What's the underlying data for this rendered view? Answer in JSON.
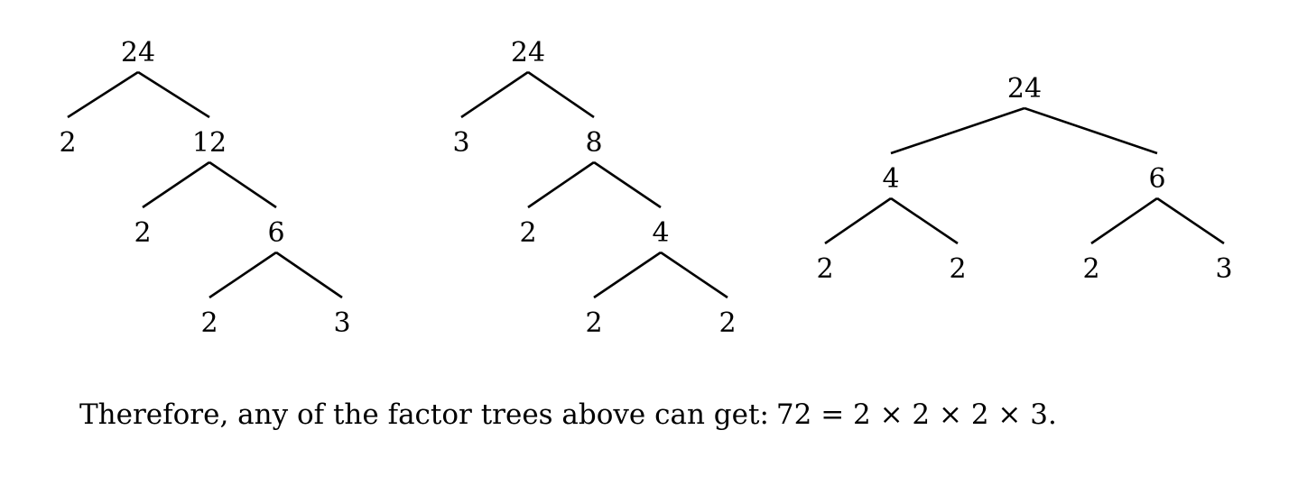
{
  "trees": [
    {
      "name": "factor-tree-1",
      "root": "24",
      "edges": [
        [
          "24",
          "2a"
        ],
        [
          "24",
          "12"
        ],
        [
          "12",
          "2b"
        ],
        [
          "12",
          "6"
        ],
        [
          "6",
          "2c"
        ],
        [
          "6",
          "3"
        ]
      ],
      "labels": {
        "24": "24",
        "2a": "2",
        "12": "12",
        "2b": "2",
        "6": "6",
        "2c": "2",
        "3": "3"
      }
    },
    {
      "name": "factor-tree-2",
      "root": "24",
      "edges": [
        [
          "24",
          "3"
        ],
        [
          "24",
          "8"
        ],
        [
          "8",
          "2a"
        ],
        [
          "8",
          "4"
        ],
        [
          "4",
          "2b"
        ],
        [
          "4",
          "2c"
        ]
      ],
      "labels": {
        "24": "24",
        "3": "3",
        "8": "8",
        "2a": "2",
        "4": "4",
        "2b": "2",
        "2c": "2"
      }
    },
    {
      "name": "factor-tree-3",
      "root": "24",
      "edges": [
        [
          "24",
          "4"
        ],
        [
          "24",
          "6"
        ],
        [
          "4",
          "2a"
        ],
        [
          "4",
          "2b"
        ],
        [
          "6",
          "2c"
        ],
        [
          "6",
          "3"
        ]
      ],
      "labels": {
        "24": "24",
        "4": "4",
        "6": "6",
        "2a": "2",
        "2b": "2",
        "2c": "2",
        "3": "3"
      }
    }
  ],
  "caption": {
    "text": "Therefore, any of the factor trees above can get:",
    "equation": "72 = 2 × 2 × 2 × 3."
  }
}
